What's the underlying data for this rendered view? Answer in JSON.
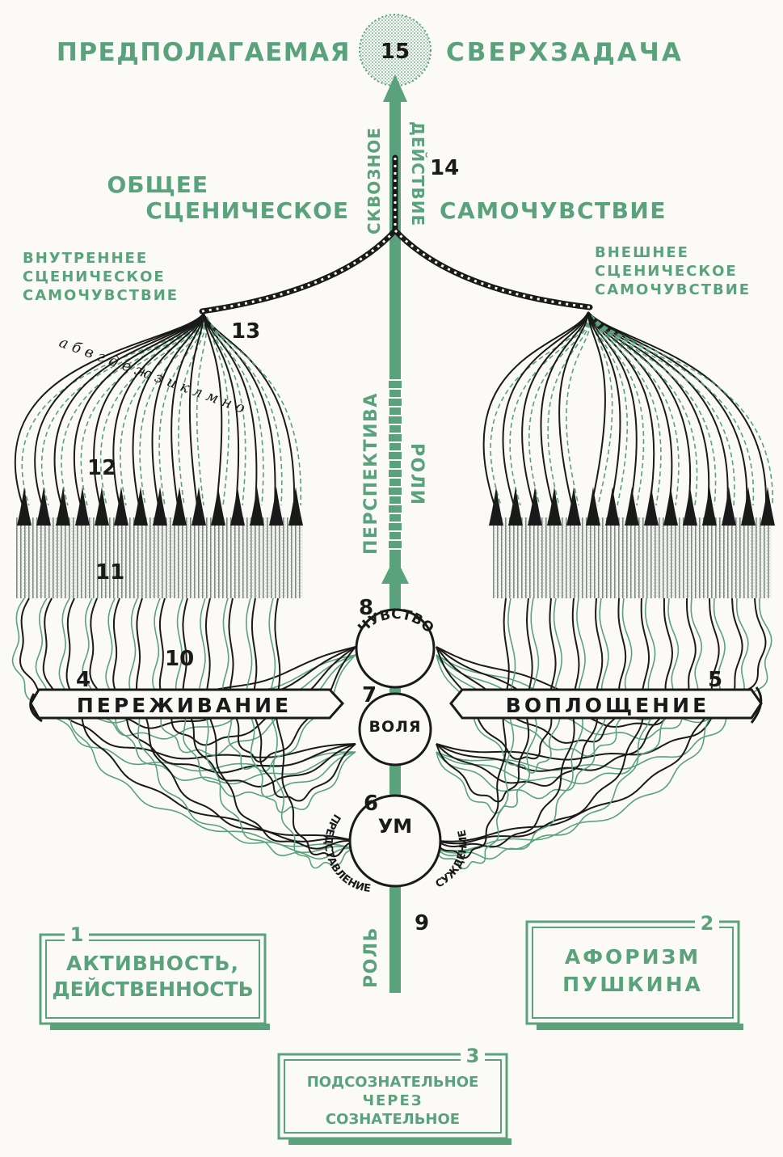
{
  "top": {
    "left_label": "ПРЕДПОЛАГАЕМАЯ",
    "right_label": "СВЕРХЗАДАЧА",
    "circle_number": "15"
  },
  "axis": {
    "through_action_left": "СКВОЗНОЕ",
    "through_action_right": "ДЕЙСТВИЕ",
    "number_14": "14",
    "perspective": "ПЕРСПЕКТИВА",
    "role_of": "РОЛИ",
    "role": "РОЛЬ",
    "number_9": "9"
  },
  "general": {
    "line1": "ОБЩЕЕ",
    "line2": "СЦЕНИЧЕСКОЕ",
    "right": "САМОЧУВСТВИЕ"
  },
  "inner": {
    "lines": [
      "ВНУТРЕННЕЕ",
      "СЦЕНИЧЕСКОЕ",
      "САМОЧУВСТВИЕ"
    ],
    "number_13": "13",
    "strand_letters": "абвгдежзиклмно",
    "number_12": "12",
    "number_11": "11",
    "number_10": "10"
  },
  "outer": {
    "lines": [
      "ВНЕШНЕЕ",
      "СЦЕНИЧЕСКОЕ",
      "САМОЧУВСТВИЕ"
    ]
  },
  "banners": {
    "left_number": "4",
    "left_label": "ПЕРЕЖИВАНИЕ",
    "right_number": "5",
    "right_label": "ВОПЛОЩЕНИЕ"
  },
  "motors": {
    "feeling_number": "8",
    "feeling_label": "ЧУВСТВО",
    "will_number": "7",
    "will_label": "ВОЛЯ",
    "mind_number": "6",
    "mind_label": "УМ",
    "mind_left_arc": "ПРЕДСТАВЛЕНИЕ",
    "mind_right_arc": "СУЖДЕНИЕ"
  },
  "boxes": {
    "box1_number": "1",
    "box1_line1": "АКТИВНОСТЬ,",
    "box1_line2": "ДЕЙСТВЕННОСТЬ",
    "box2_number": "2",
    "box2_line1": "АФОРИЗМ",
    "box2_line2": "ПУШКИНА",
    "box3_number": "3",
    "box3_line1": "ПОДСОЗНАТЕЛЬНОЕ",
    "box3_line2": "ЧЕРЕЗ",
    "box3_line3": "СОЗНАТЕЛЬНОЕ"
  },
  "colors": {
    "green": "#5aa27c",
    "black": "#1a1a1a",
    "paper": "#fbfaf6"
  }
}
